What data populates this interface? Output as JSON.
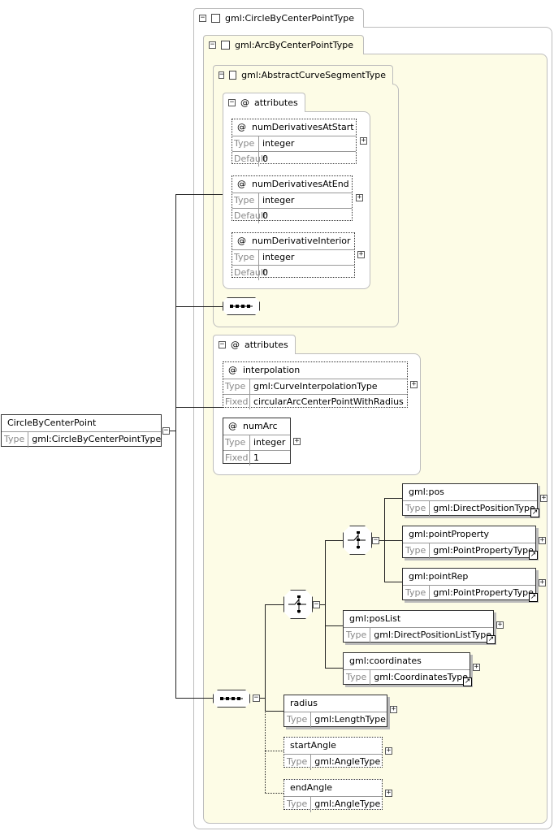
{
  "root_element": {
    "name": "CircleByCenterPoint",
    "type_key": "Type",
    "type": "gml:CircleByCenterPointType"
  },
  "type_circle": {
    "label": "gml:CircleByCenterPointType"
  },
  "type_arc": {
    "label": "gml:ArcByCenterPointType"
  },
  "type_abstract": {
    "label": "gml:AbstractCurveSegmentType"
  },
  "abstract_attributes": {
    "label": "attributes",
    "items": [
      {
        "name": "numDerivativesAtStart",
        "type_key": "Type",
        "type": "integer",
        "extra_key": "Default",
        "extra": "0"
      },
      {
        "name": "numDerivativesAtEnd",
        "type_key": "Type",
        "type": "integer",
        "extra_key": "Default",
        "extra": "0"
      },
      {
        "name": "numDerivativeInterior",
        "type_key": "Type",
        "type": "integer",
        "extra_key": "Default",
        "extra": "0"
      }
    ]
  },
  "arc_attributes": {
    "label": "attributes",
    "items": [
      {
        "name": "interpolation",
        "type_key": "Type",
        "type": "gml:CurveInterpolationType",
        "extra_key": "Fixed",
        "extra": "circularArcCenterPointWithRadius"
      },
      {
        "name": "numArc",
        "type_key": "Type",
        "type": "integer",
        "extra_key": "Fixed",
        "extra": "1"
      }
    ]
  },
  "elements": [
    {
      "name": "gml:pos",
      "type_key": "Type",
      "type": "gml:DirectPositionType"
    },
    {
      "name": "gml:pointProperty",
      "type_key": "Type",
      "type": "gml:PointPropertyType"
    },
    {
      "name": "gml:pointRep",
      "type_key": "Type",
      "type": "gml:PointPropertyType"
    },
    {
      "name": "gml:posList",
      "type_key": "Type",
      "type": "gml:DirectPositionListType"
    },
    {
      "name": "gml:coordinates",
      "type_key": "Type",
      "type": "gml:CoordinatesType"
    },
    {
      "name": "radius",
      "type_key": "Type",
      "type": "gml:LengthType"
    },
    {
      "name": "startAngle",
      "type_key": "Type",
      "type": "gml:AngleType"
    },
    {
      "name": "endAngle",
      "type_key": "Type",
      "type": "gml:AngleType"
    }
  ],
  "symbols": {
    "attribute": "@",
    "expand": "+",
    "collapse": "−",
    "reference": "↗"
  },
  "colors": {
    "panel_yellow": "#fdfce6",
    "panel_border": "#bdbdbd"
  }
}
